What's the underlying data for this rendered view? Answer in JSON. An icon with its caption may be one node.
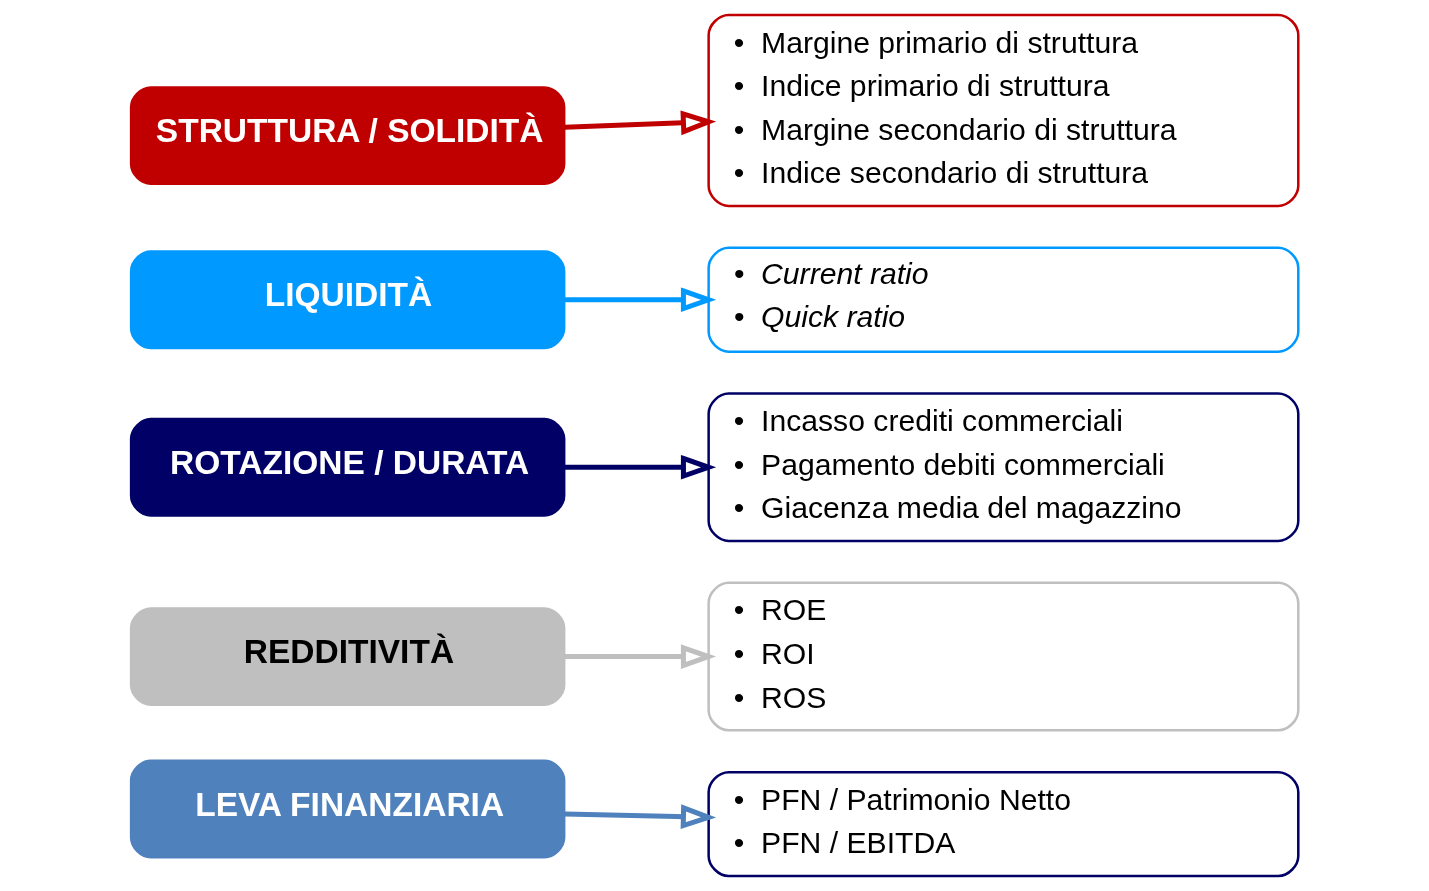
{
  "diagram": {
    "nodes": [
      {
        "text": [
          "STRUTTURA / SOLIDITÀ"
        ]
      },
      {
        "text": [
          "•  Margine primario di struttura",
          "•  Indice primario di struttura",
          "•  Margine secondario di struttura",
          "•  Indice secondario di struttura"
        ]
      },
      {
        "text": [
          "LIQUIDITÀ"
        ]
      },
      {
        "text": [
          "•  Current ratio",
          "•  Quick ratio"
        ]
      },
      {
        "text": [
          "ROTAZIONE / DURATA"
        ]
      },
      {
        "text": [
          "•  Incasso crediti commerciali",
          "•  Pagamento debiti commerciali",
          "•  Giacenza media del magazzino"
        ]
      },
      {
        "text": [
          "REDDITIVITÀ"
        ]
      },
      {
        "text": [
          "•  ROE",
          "•  ROI",
          "•  ROS"
        ]
      },
      {
        "text": [
          "LEVA FINANZIARIA"
        ]
      },
      {
        "text": [
          "•  PFN / Patrimonio Netto",
          "•  PFN / EBITDA"
        ]
      }
    ],
    "edges": [
      {
        "from": 0,
        "to": 1,
        "arrow": "to",
        "color": "#c00000"
      },
      {
        "from": 2,
        "to": 3,
        "arrow": "to",
        "color": "#0099ff"
      },
      {
        "from": 4,
        "to": 5,
        "arrow": "to",
        "color": "#000066"
      },
      {
        "from": 6,
        "to": 7,
        "arrow": "to",
        "color": "#bfbfbf"
      },
      {
        "from": 8,
        "to": 9,
        "arrow": "to",
        "color": "#4f81bd"
      }
    ]
  }
}
